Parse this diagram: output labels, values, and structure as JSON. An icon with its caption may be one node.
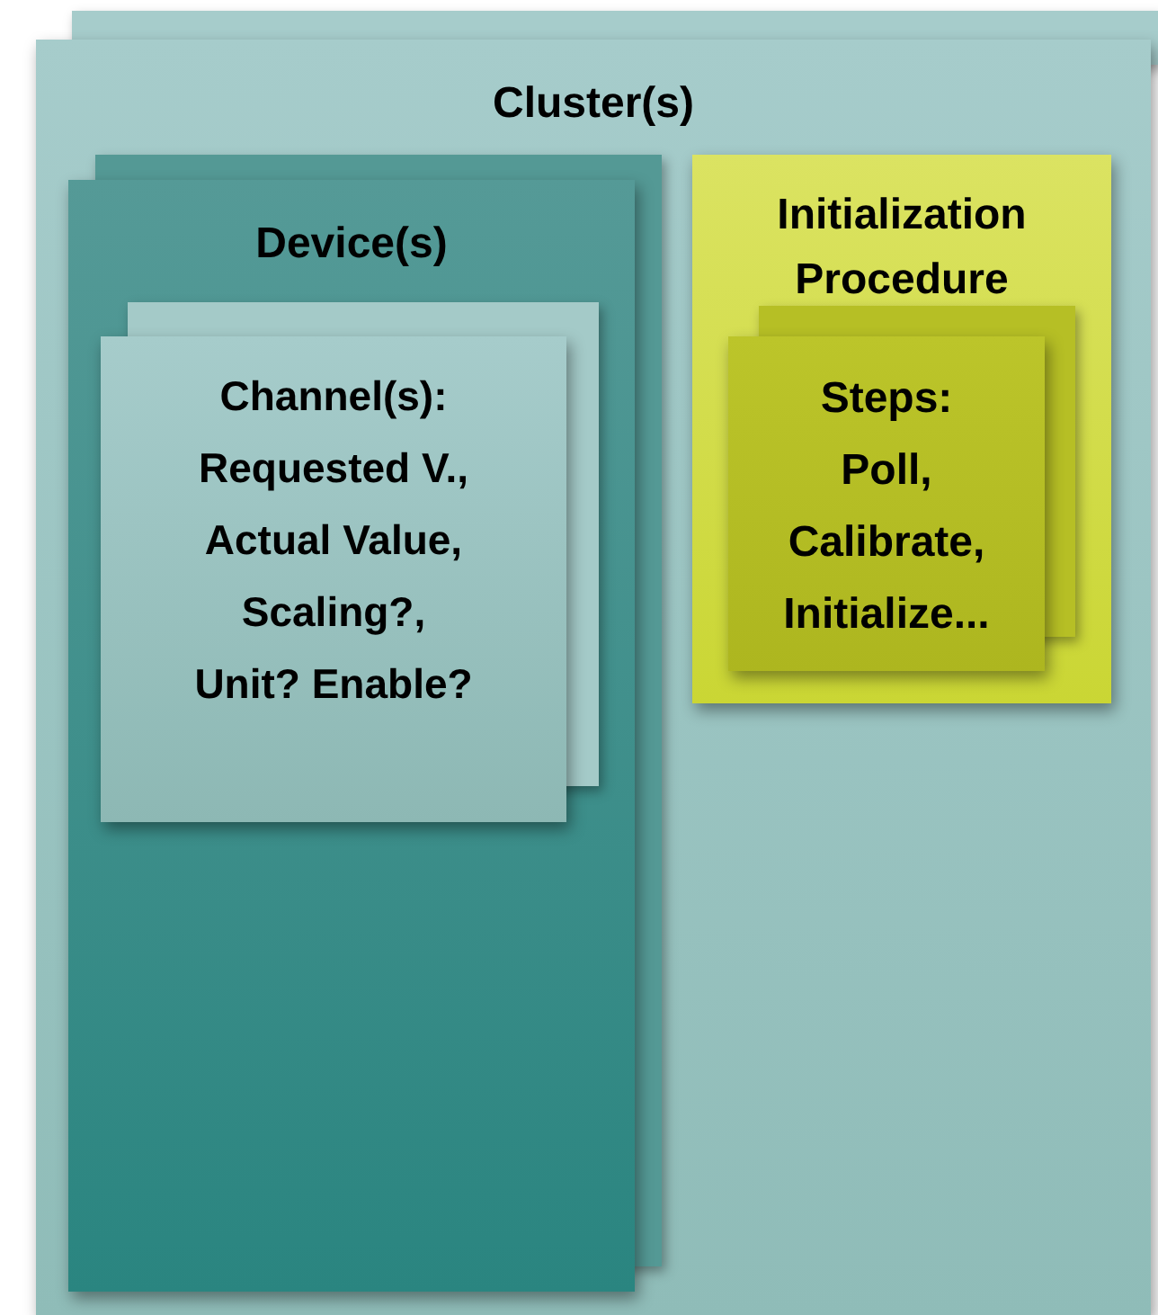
{
  "diagram": {
    "nodes": [
      {
        "text": [
          "Cluster(s)"
        ]
      },
      {
        "text": [
          "Device(s)"
        ],
        "in": 0
      },
      {
        "text": [
          "Channel(s):",
          "Requested V., Actual Value, Scaling?, Unit? Enable?"
        ],
        "in": 1
      },
      {
        "text": [
          "Initialization Procedure"
        ],
        "in": 0
      },
      {
        "text": [
          "Steps:",
          "Poll, Calibrate, Initialize..."
        ],
        "in": 3
      }
    ]
  }
}
